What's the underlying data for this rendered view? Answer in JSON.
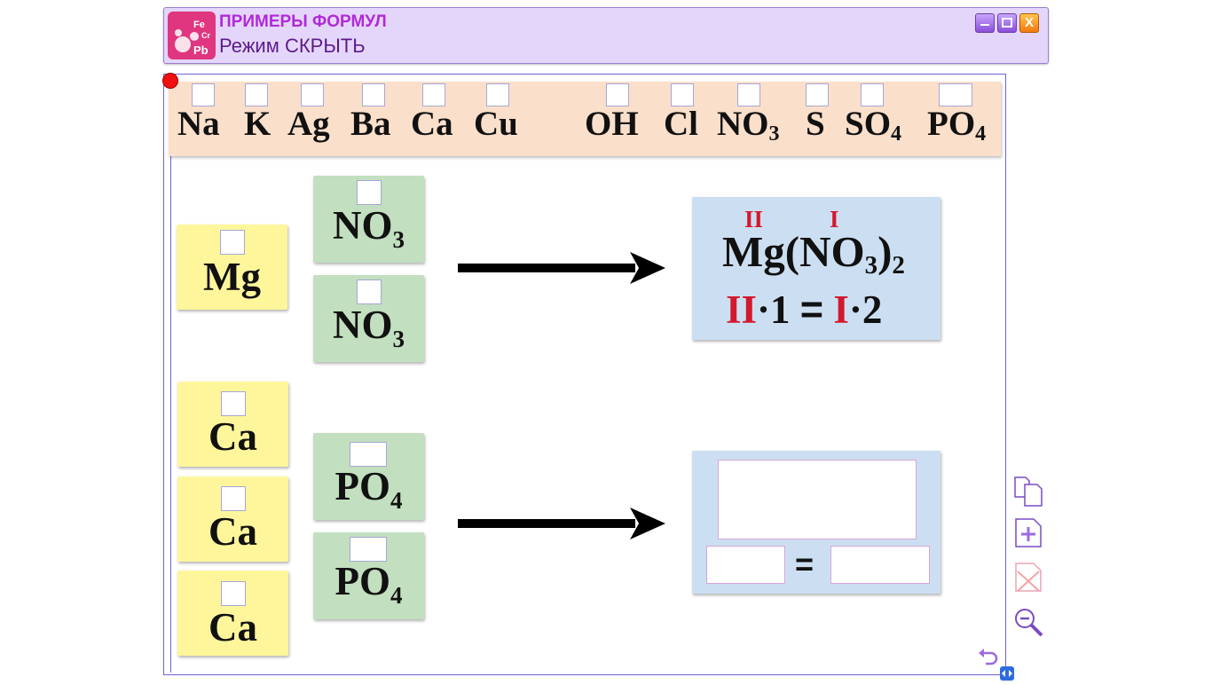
{
  "window": {
    "title": "ПРИМЕРЫ ФОРМУЛ",
    "subtitle": "Режим СКРЫТЬ",
    "icon_letters": [
      "Fe",
      "Cr",
      "Pb"
    ],
    "close_label": "X"
  },
  "palette": {
    "cations": [
      "Na",
      "K",
      "Ag",
      "Ba",
      "Ca",
      "Cu"
    ],
    "anions": [
      {
        "base": "OH",
        "sub": ""
      },
      {
        "base": "Cl",
        "sub": ""
      },
      {
        "base": "NO",
        "sub": "3"
      },
      {
        "base": "S",
        "sub": ""
      },
      {
        "base": "SO",
        "sub": "4"
      },
      {
        "base": "PO",
        "sub": "4"
      }
    ]
  },
  "example1": {
    "metal": "Mg",
    "anion_base": "NO",
    "anion_sub": "3",
    "valence_metal": "II",
    "valence_anion": "I",
    "formula_main": "Mg(NO",
    "formula_sub1": "3",
    "formula_close": ")",
    "formula_sub2": "2",
    "eq_left_val": "II",
    "eq_left_mult": "·1",
    "eq_sign": "=",
    "eq_right_val": "I",
    "eq_right_mult": "·2"
  },
  "example2": {
    "metal": "Ca",
    "anion_base": "PO",
    "anion_sub": "4",
    "eq_sign": "="
  },
  "colors": {
    "accent_purple": "#b02ad8",
    "valence_red": "#d4182d",
    "palette_bg": "#fadfcb",
    "metal_tile": "#fff69c",
    "anion_tile": "#c2dfbf",
    "result_panel": "#ccdff2"
  },
  "tools": [
    "copy-pages-icon",
    "add-page-icon",
    "delete-page-icon",
    "zoom-out-icon",
    "undo-icon"
  ]
}
